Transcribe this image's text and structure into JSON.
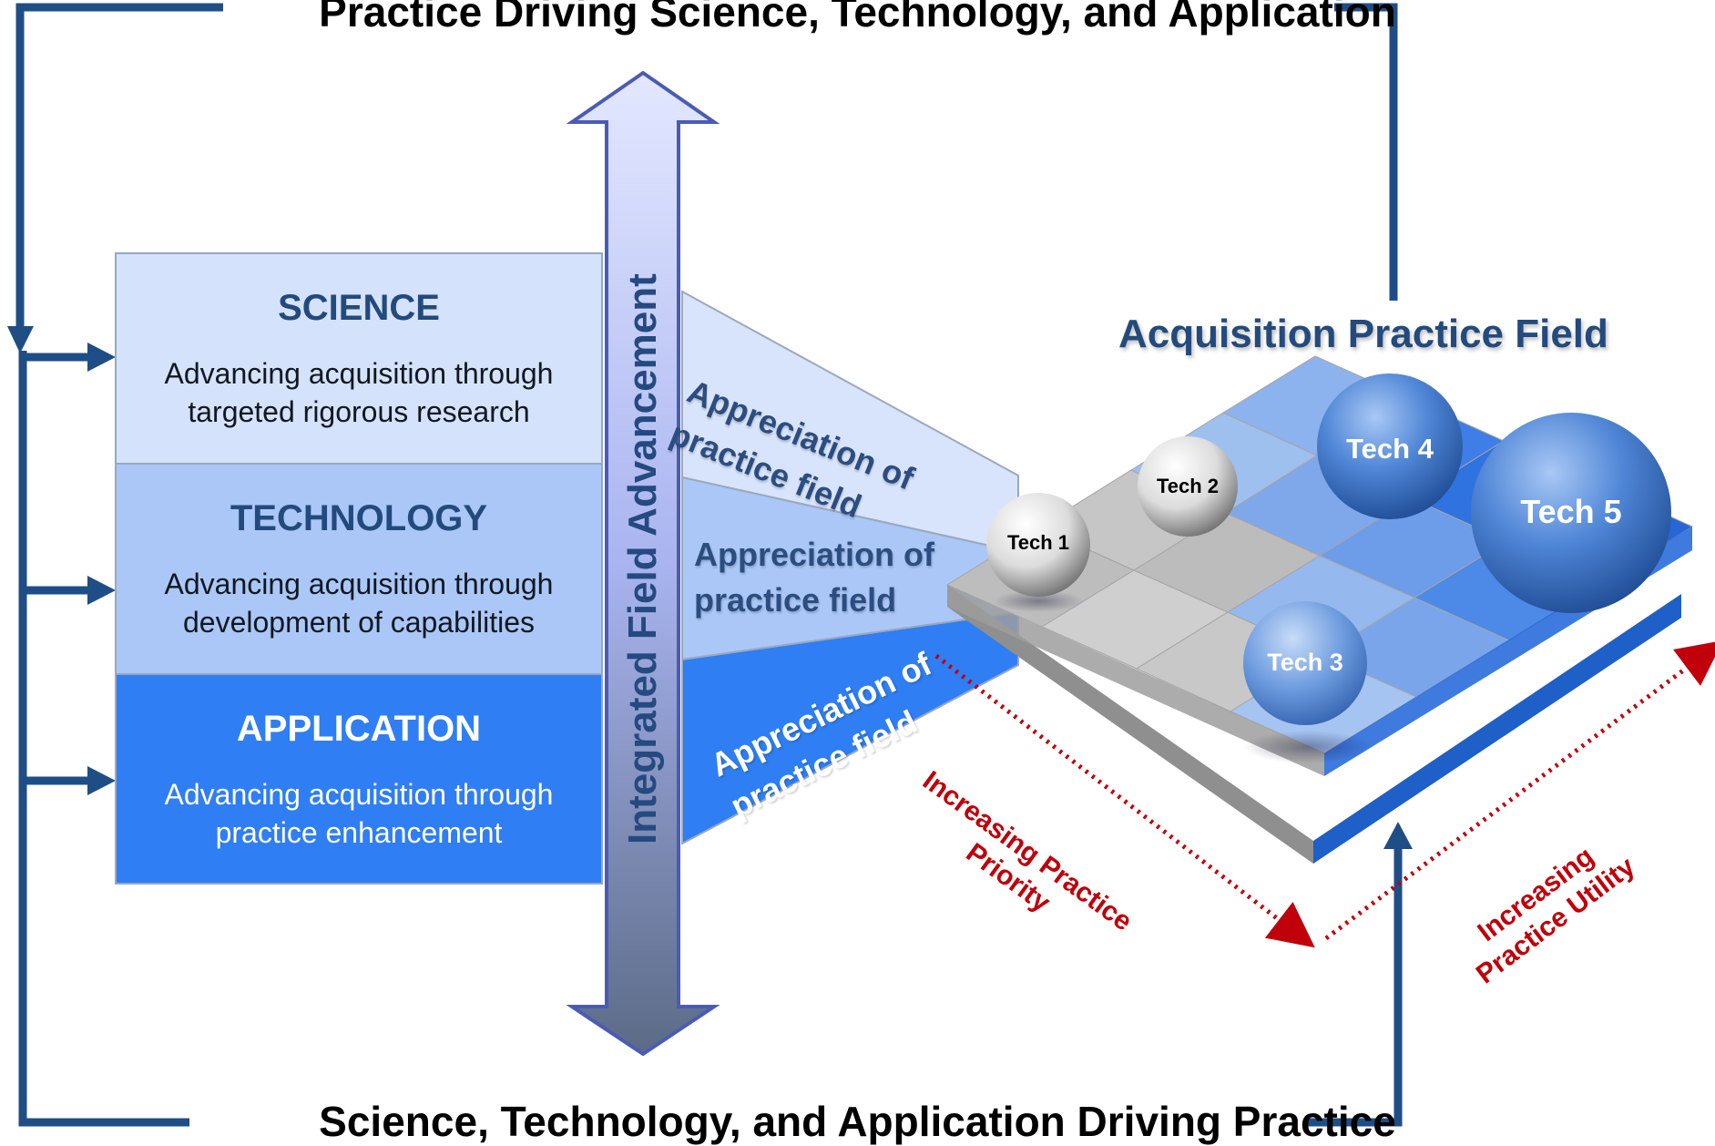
{
  "top_heading": "Practice Driving Science, Technology, and Application",
  "bottom_heading": "Science, Technology, and Application Driving Practice",
  "vertical_arrow_label": "Integrated Field Advancement",
  "stack": [
    {
      "title": "SCIENCE",
      "description": "Advancing acquisition through targeted rigorous research"
    },
    {
      "title": "TECHNOLOGY",
      "description": "Advancing acquisition through development of capabilities"
    },
    {
      "title": "APPLICATION",
      "description": "Advancing acquisition through practice enhancement"
    }
  ],
  "appreciation_labels": [
    "Appreciation of practice field",
    "Appreciation of practice field",
    "Appreciation of practice field"
  ],
  "field_title": "Acquisition Practice Field",
  "techs": [
    "Tech 1",
    "Tech 2",
    "Tech 3",
    "Tech 4",
    "Tech 5"
  ],
  "axis_priority": "Increasing Practice Priority",
  "axis_utility": "Increasing Practice Utility",
  "colors": {
    "frame": "#1f4e86",
    "science_fill": "#d5e2fb",
    "technology_fill": "#aac7f7",
    "application_fill": "#2f7ef3",
    "axis_red": "#c0000a"
  }
}
